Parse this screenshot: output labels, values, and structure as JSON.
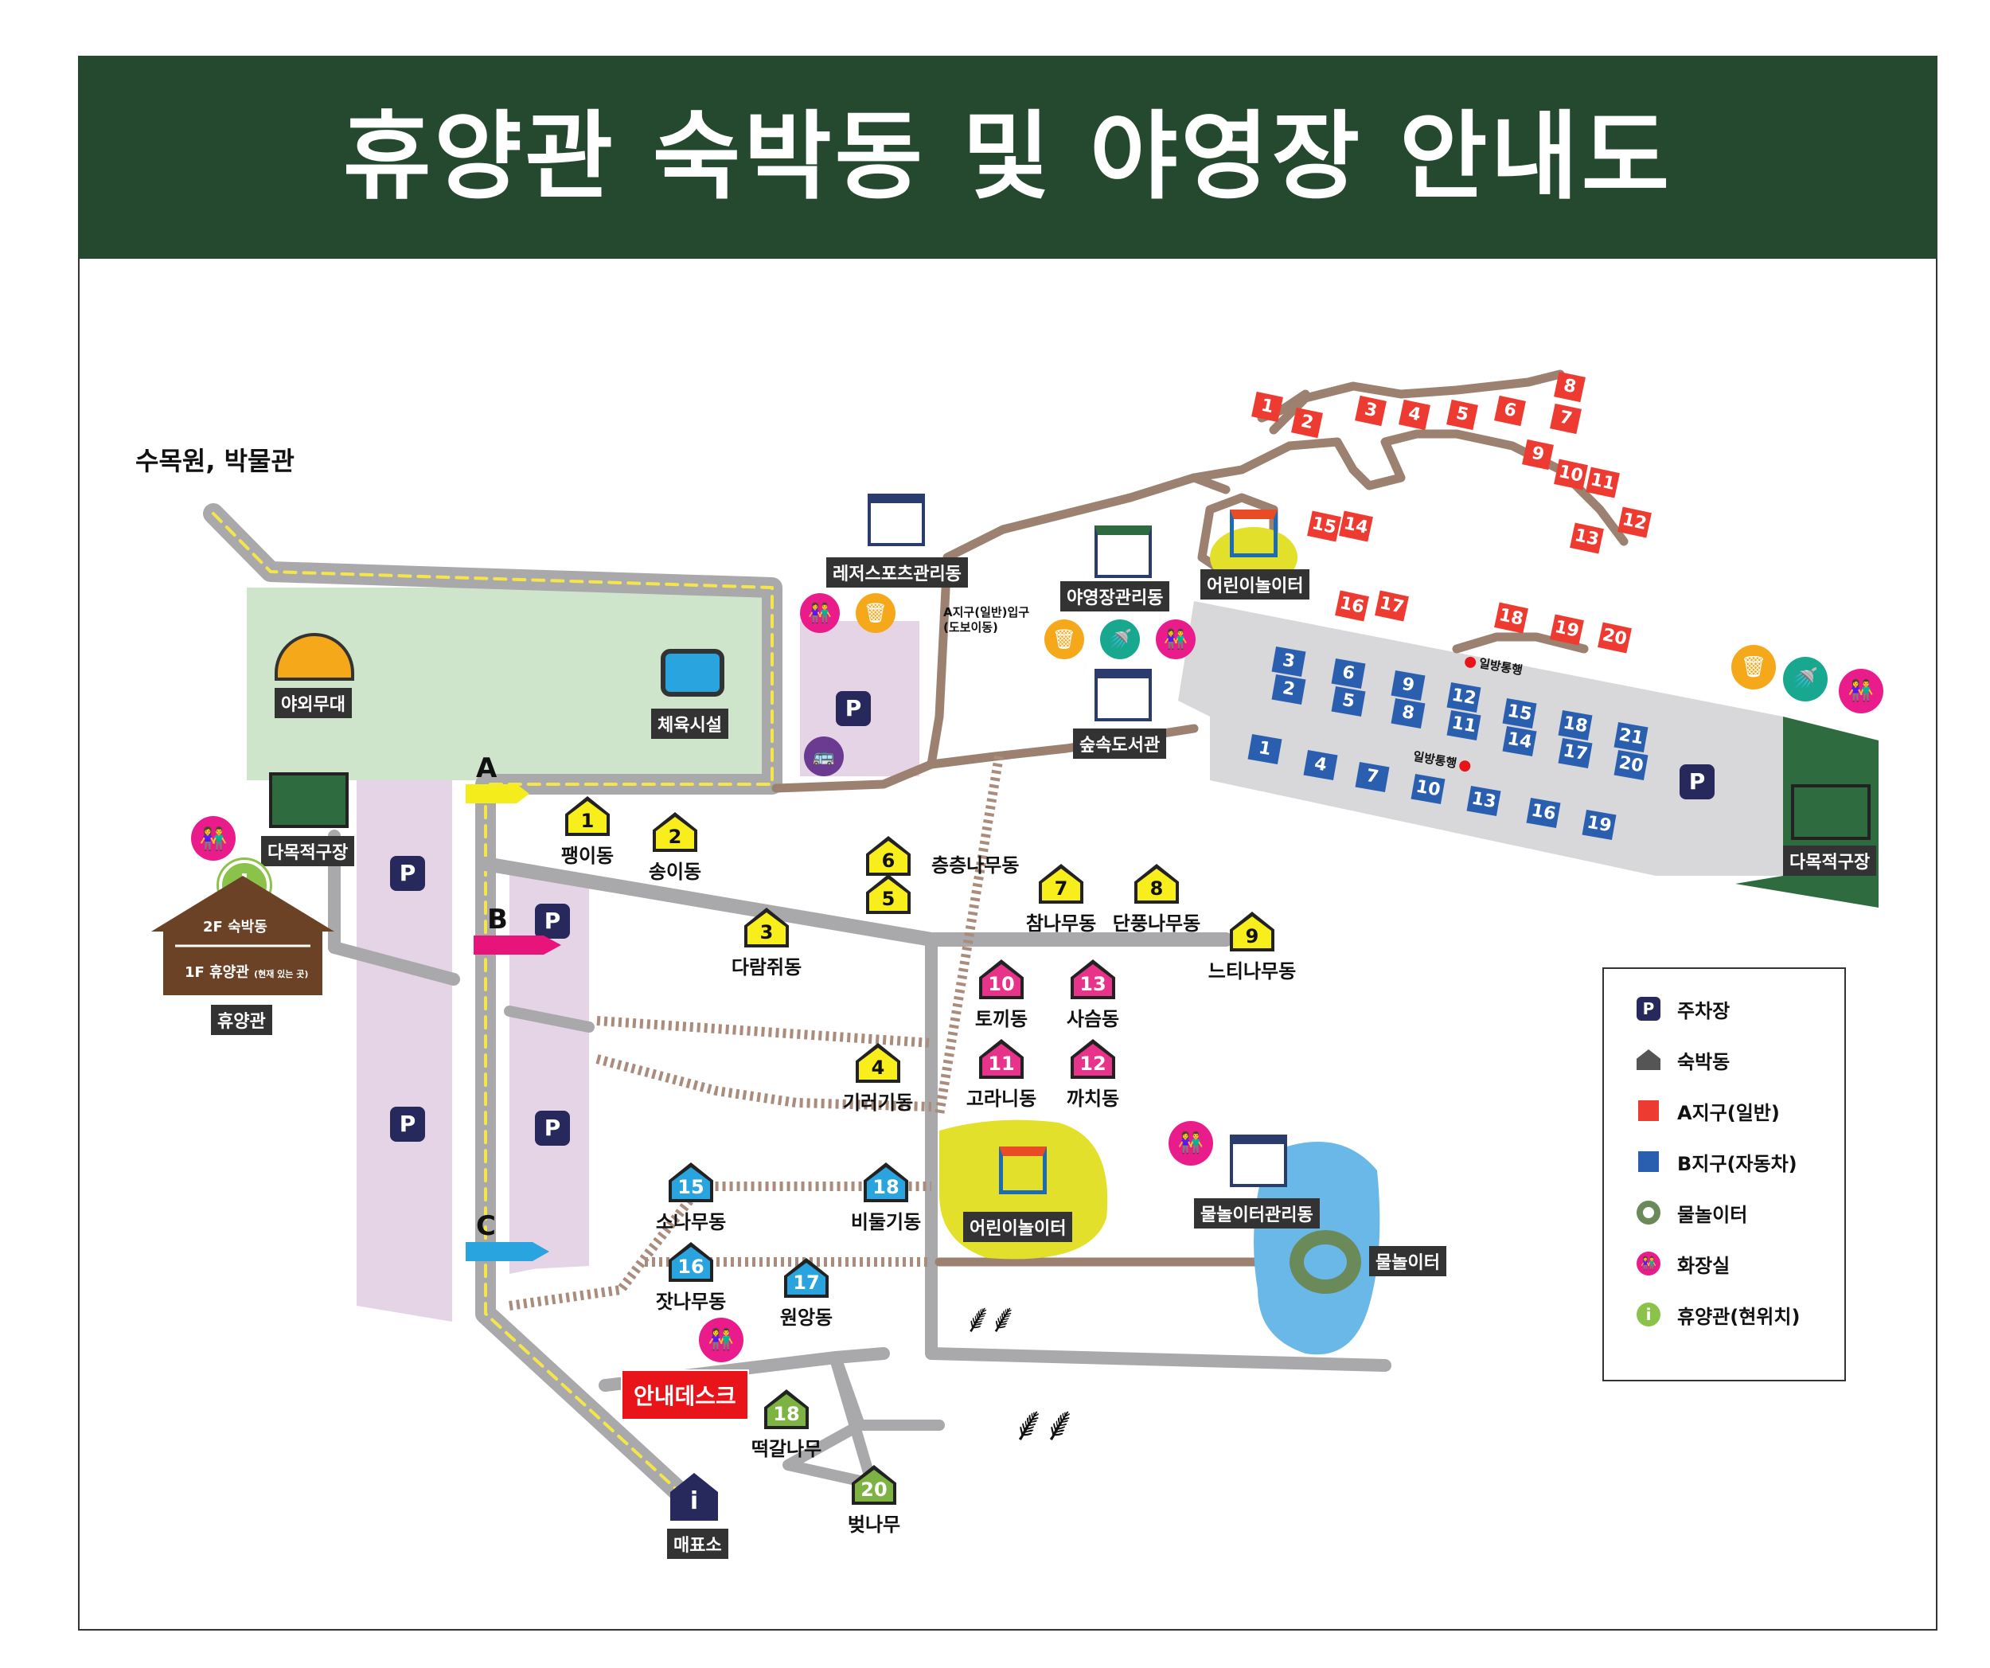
{
  "title": "휴양관 숙박동 및 야영장 안내도",
  "colors": {
    "header": "#24492e",
    "road": "#a9a9ab",
    "road_line": "#f5e54b",
    "path": "#9c8070",
    "dotted_path": "#a98c7c",
    "green_field": "#cfe5cb",
    "parking_zone": "#e5d3e6",
    "parking_badge": "#27285c",
    "cabin_yellow": "#f7ee1c",
    "cabin_pink": "#e8338a",
    "cabin_blue": "#29a4de",
    "cabin_green": "#7cb342",
    "site_a_red": "#ee3b32",
    "site_b_blue": "#2a5fb0",
    "toilet_pink": "#ea1c8c",
    "waste_orange": "#f6a81b",
    "shower_teal": "#18a78f",
    "sports_field": "#2e6b3e",
    "pool_blue": "#6ab8e8",
    "playground_yellow": "#e3e02c",
    "info_desk": "#e9141a",
    "current_location": "#8bc34a"
  },
  "places": {
    "arboretum": "수목원, 박물관",
    "outdoor_stage": "야외무대",
    "fitness": "체육시설",
    "multi_field_left": "다목적구장",
    "lodge_2f": "2F 숙박동",
    "lodge_1f": "1F 휴양관",
    "lodge_1f_note": "(현재 있는 곳)",
    "lodge": "휴양관",
    "leisure_office": "레저스포츠관리동",
    "entrance_a": "A지구(일반)입구",
    "entrance_a_sub": "(도보이동)",
    "camp_office": "야영장관리동",
    "playground_top": "어린이놀이터",
    "forest_library": "숲속도서관",
    "one_way_top": "일방통행",
    "one_way_bottom": "일방통행",
    "multi_field_right": "다목적구장",
    "playground_mid": "어린이놀이터",
    "water_office": "물놀이터관리동",
    "water_park": "물놀이터",
    "info_desk": "안내데스크",
    "ticket_office": "매표소",
    "gate_a": "A",
    "gate_b": "B",
    "gate_c": "C",
    "parking": "P",
    "info_letter": "i"
  },
  "cabins": [
    {
      "num": "1",
      "name": "팽이동",
      "color": "yellow"
    },
    {
      "num": "2",
      "name": "송이동",
      "color": "yellow"
    },
    {
      "num": "3",
      "name": "다람쥐동",
      "color": "yellow"
    },
    {
      "num": "4",
      "name": "기러기동",
      "color": "yellow"
    },
    {
      "num": "6",
      "name": "",
      "color": "yellow"
    },
    {
      "num": "5",
      "name": "",
      "color": "yellow"
    },
    {
      "num": "",
      "name": "층층나무동",
      "color": "none"
    },
    {
      "num": "7",
      "name": "참나무동",
      "color": "yellow"
    },
    {
      "num": "8",
      "name": "단풍나무동",
      "color": "yellow"
    },
    {
      "num": "9",
      "name": "느티나무동",
      "color": "yellow"
    },
    {
      "num": "10",
      "name": "토끼동",
      "color": "pink"
    },
    {
      "num": "13",
      "name": "사슴동",
      "color": "pink"
    },
    {
      "num": "11",
      "name": "고라니동",
      "color": "pink"
    },
    {
      "num": "12",
      "name": "까치동",
      "color": "pink"
    },
    {
      "num": "15",
      "name": "소나무동",
      "color": "blue"
    },
    {
      "num": "18",
      "name": "비둘기동",
      "color": "blue"
    },
    {
      "num": "16",
      "name": "잣나무동",
      "color": "blue"
    },
    {
      "num": "17",
      "name": "원앙동",
      "color": "blue"
    },
    {
      "num": "18",
      "name": "떡갈나무",
      "color": "green"
    },
    {
      "num": "20",
      "name": "벚나무",
      "color": "green"
    }
  ],
  "sites_a": [
    "1",
    "2",
    "3",
    "4",
    "5",
    "6",
    "7",
    "8",
    "9",
    "10",
    "11",
    "12",
    "13",
    "14",
    "15",
    "16",
    "17",
    "18",
    "19",
    "20"
  ],
  "sites_b": [
    "3",
    "2",
    "6",
    "5",
    "9",
    "8",
    "12",
    "11",
    "15",
    "14",
    "18",
    "17",
    "21",
    "20",
    "1",
    "4",
    "7",
    "10",
    "13",
    "16",
    "19"
  ],
  "legend": [
    {
      "label": "주차장",
      "icon": "parking-icon"
    },
    {
      "label": "숙박동",
      "icon": "house-icon"
    },
    {
      "label": "A지구(일반)",
      "icon": "red-square-icon"
    },
    {
      "label": "B지구(자동차)",
      "icon": "blue-square-icon"
    },
    {
      "label": "물놀이터",
      "icon": "swim-ring-icon"
    },
    {
      "label": "화장실",
      "icon": "toilet-icon"
    },
    {
      "label": "휴양관(현위치)",
      "icon": "info-green-icon"
    }
  ]
}
